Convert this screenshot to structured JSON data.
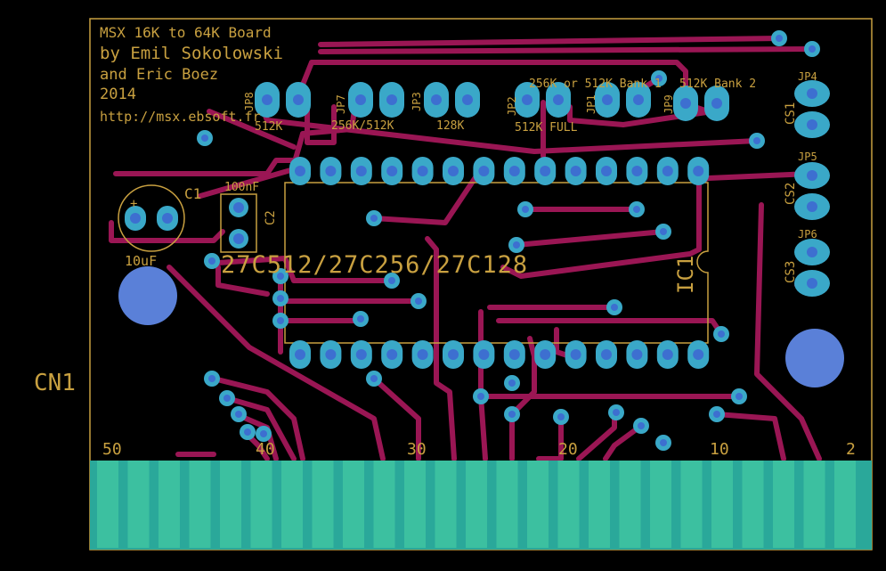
{
  "board": {
    "title_lines": [
      "MSX 16K  to 64K Board",
      "by Emil Sokolowski",
      "and Eric Boez",
      "2014",
      "http://msx.ebsoft.fr"
    ],
    "connector_label": "CN1",
    "pin_numbers": [
      "50",
      "40",
      "30",
      "20",
      "10",
      "2"
    ],
    "chip_label": "27C512/27C256/27C128",
    "chip_ref": "IC1",
    "capacitor_c1": {
      "ref": "C1",
      "value": "10uF",
      "polarity": "+"
    },
    "capacitor_c2": {
      "ref": "C2",
      "value": "100nF"
    },
    "jumpers": {
      "jp8": "JP8",
      "jp8_label": "512K",
      "jp7": "JP7",
      "jp7_label": "256K/512K",
      "jp3": "JP3",
      "jp3_label": "128K",
      "jp2": "JP2",
      "jp2_label": "512K FULL",
      "jp1": "JP1",
      "jp9": "JP9",
      "bank_label": "256K or 512K Bank 1",
      "bank2_label": "512K Bank 2",
      "jp4": "JP4",
      "jp5": "JP5",
      "jp6": "JP6",
      "cs1": "CS1",
      "cs2": "CS2",
      "cs3": "CS3"
    }
  },
  "colors": {
    "background": "#000000",
    "silkscreen": "#c8a040",
    "trace": "#9a1654",
    "pad": "#3aa8c8",
    "hole": "#3d6fd0",
    "edge_connector": "#3cc0a0",
    "mount_hole": "#5a80d8"
  }
}
